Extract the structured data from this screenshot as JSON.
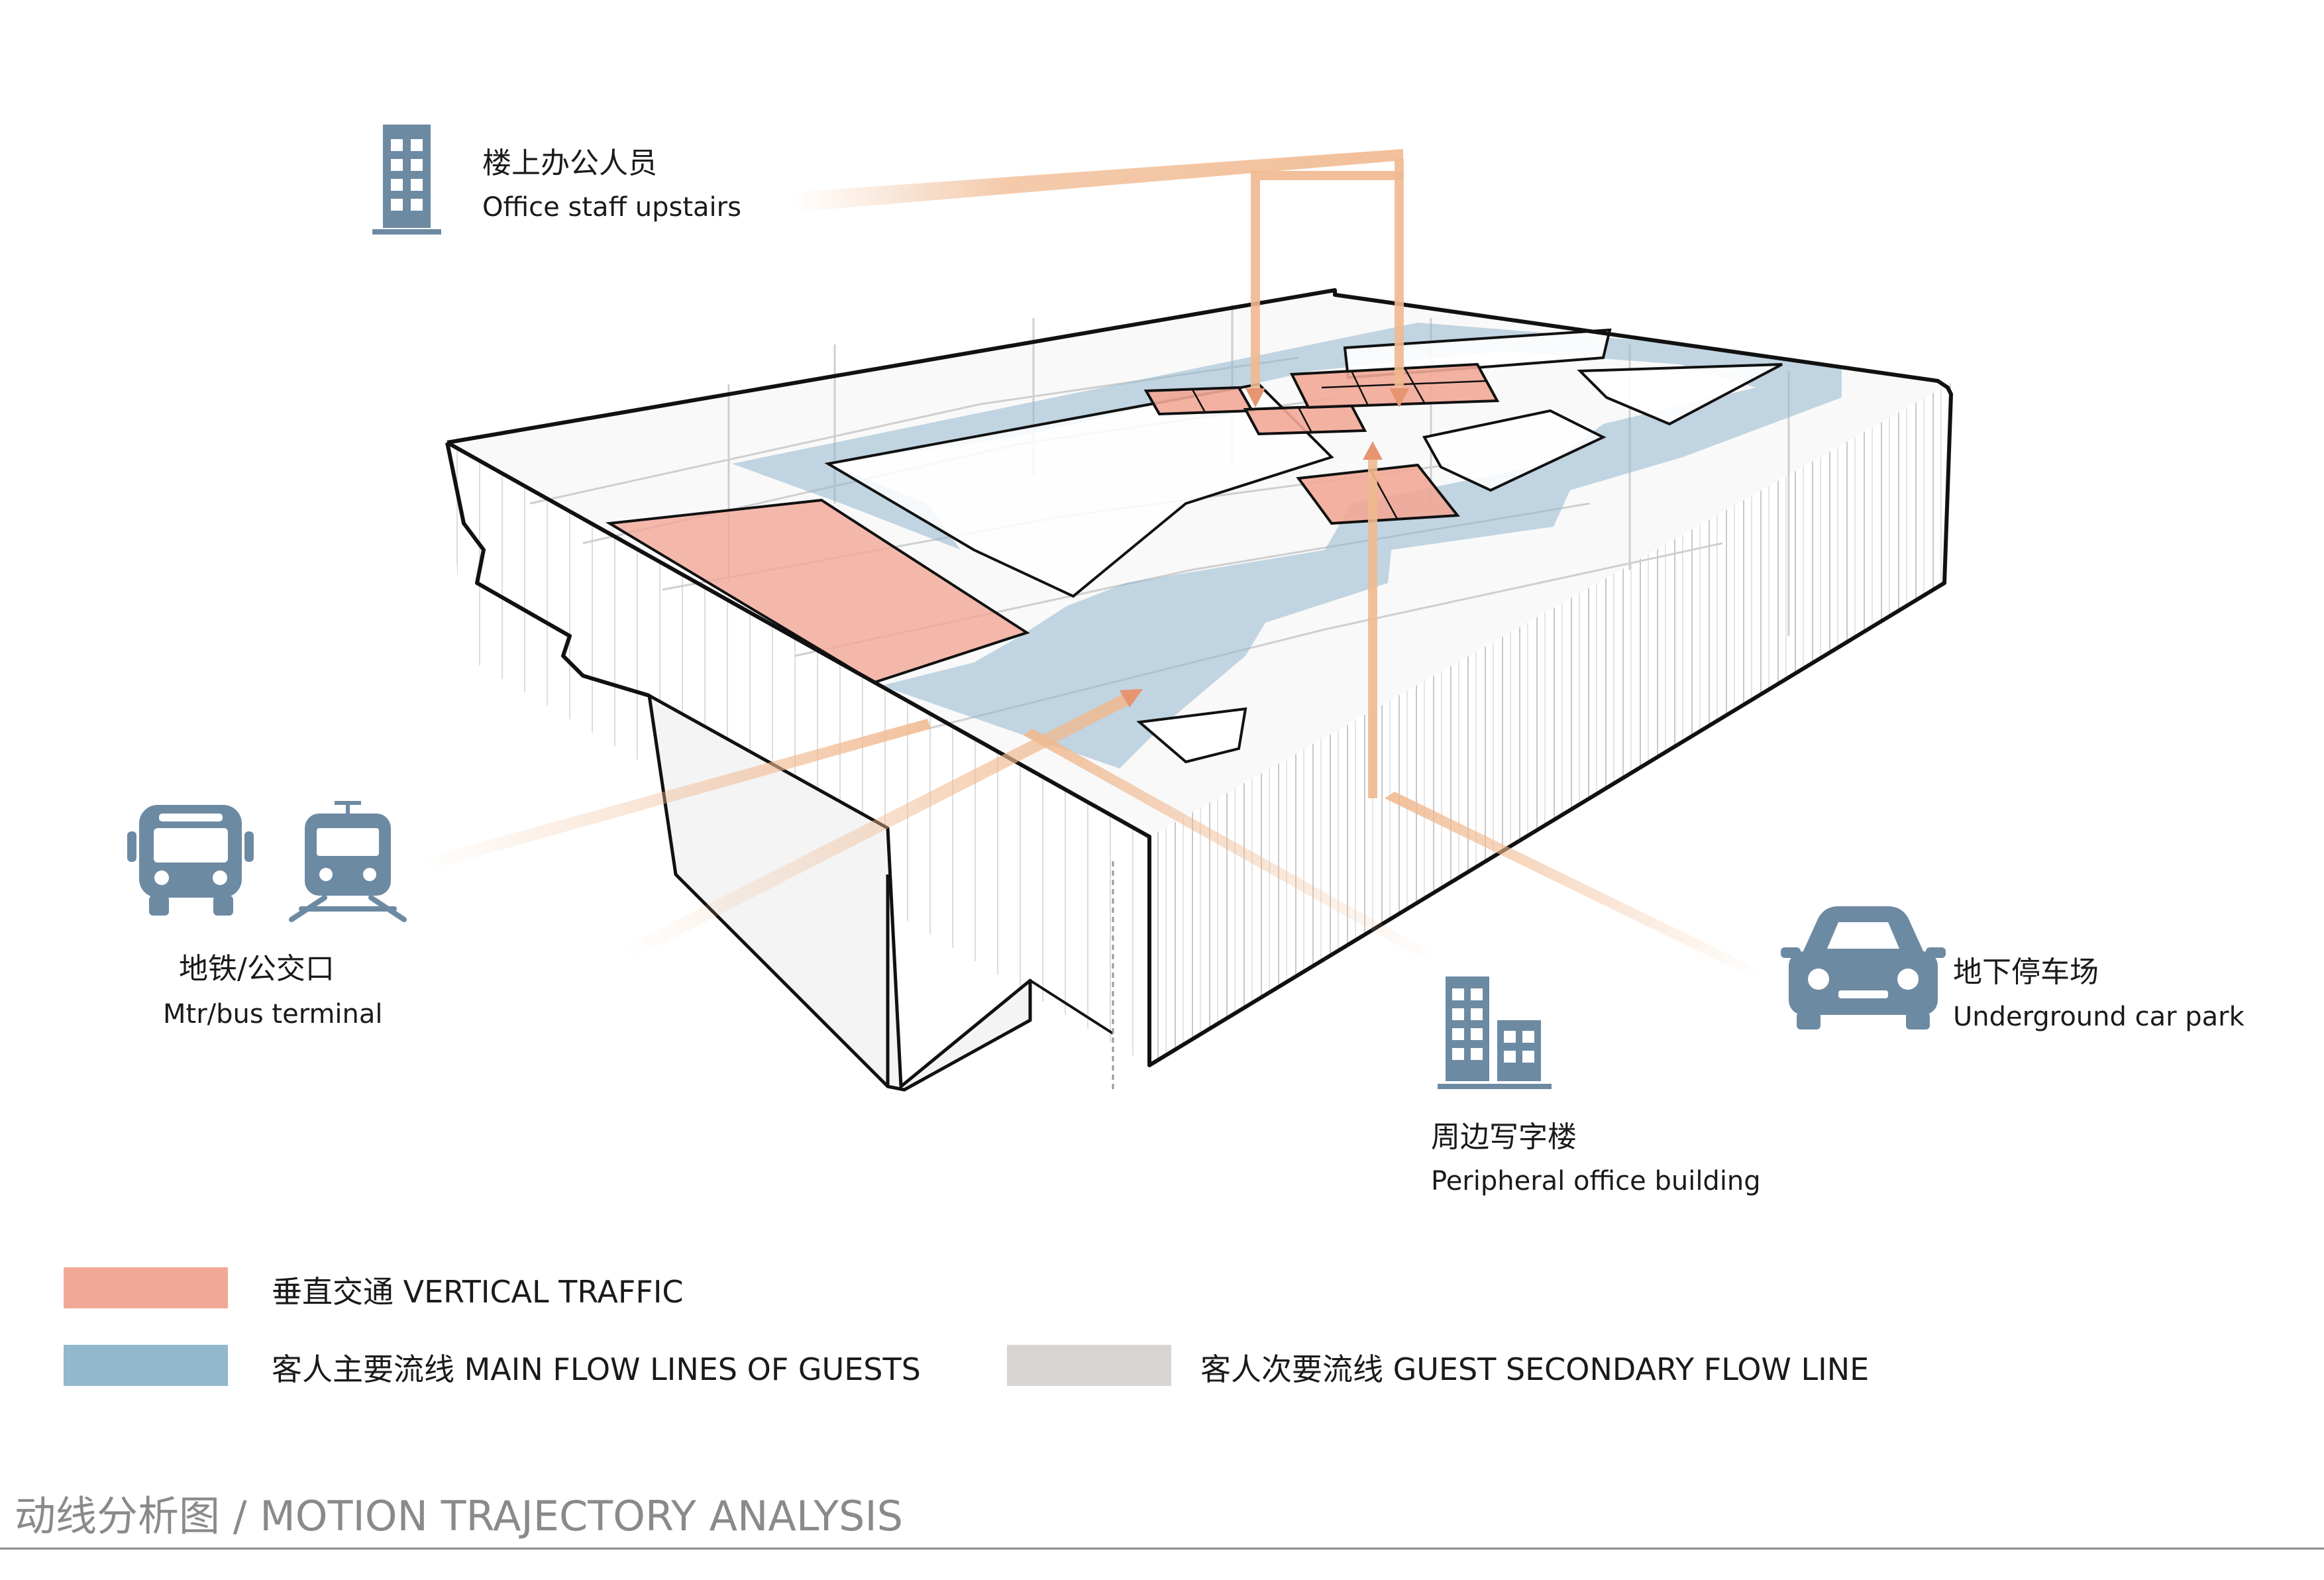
{
  "labels": {
    "office_staff": {
      "zh": "楼上办公人员",
      "en": "Office staff upstairs"
    },
    "mtr_bus": {
      "zh": "地铁/公交口",
      "en": "Mtr/bus terminal"
    },
    "car_park": {
      "zh": "地下停车场",
      "en": "Underground car park"
    },
    "peripheral": {
      "zh": "周边写字楼",
      "en": "Peripheral office building"
    }
  },
  "legend": [
    {
      "key": "vertical",
      "text": "垂直交通 VERTICAL TRAFFIC",
      "color": "#f2a897"
    },
    {
      "key": "main",
      "text": "客人主要流线 MAIN FLOW LINES OF GUESTS",
      "color": "#93b7cd"
    },
    {
      "key": "secondary",
      "text": "客人次要流线 GUEST SECONDARY FLOW LINE",
      "color": "#d7d4d2"
    }
  ],
  "footer": {
    "title": "动线分析图 / MOTION TRAJECTORY ANALYSIS"
  },
  "colors": {
    "vertical": "#f2a897",
    "main_flow": "#93b7cd",
    "arrow": "#f0b98f",
    "icon": "#6d8aa3",
    "outline": "#111111"
  },
  "icons": [
    "office-building-icon",
    "bus-icon",
    "train-icon",
    "car-icon",
    "office-buildings-icon"
  ]
}
